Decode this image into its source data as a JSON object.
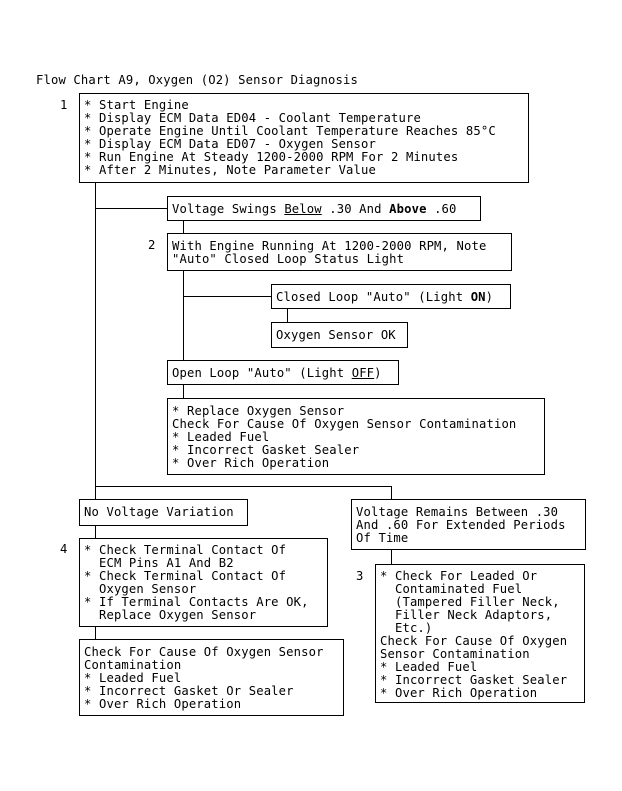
{
  "title": "Flow Chart A9, Oxygen (O2) Sensor Diagnosis",
  "steps": {
    "s1": {
      "number": "1",
      "lines": [
        "* Start Engine",
        "* Display ECM Data ED04 - Coolant Temperature",
        "* Operate Engine Until Coolant Temperature Reaches 85°C",
        "* Display ECM Data ED07 - Oxygen Sensor",
        "* Run Engine At Steady 1200-2000 RPM For 2 Minutes",
        "* After 2 Minutes, Note Parameter Value"
      ]
    },
    "swing": {
      "p1": "Voltage Swings ",
      "u1": "Below",
      "p2": " .30 And ",
      "b1": "Above",
      "p3": " .60"
    },
    "s2": {
      "number": "2",
      "lines": [
        "With Engine Running At 1200-2000 RPM, Note",
        "\"Auto\" Closed Loop Status Light"
      ]
    },
    "closed": {
      "p1": "Closed Loop \"Auto\" (Light ",
      "b1": "ON",
      "p2": ")"
    },
    "sensor_ok": "Oxygen Sensor OK",
    "open": {
      "p1": "Open Loop \"Auto\" (Light ",
      "u1": "OFF",
      "p2": ")"
    },
    "replace": {
      "lines": [
        "* Replace Oxygen Sensor",
        "Check For Cause Of Oxygen Sensor Contamination",
        "* Leaded Fuel",
        "* Incorrect Gasket Sealer",
        "* Over Rich Operation"
      ]
    },
    "novar": "No Voltage Variation",
    "remains": {
      "lines": [
        "Voltage Remains Between .30",
        "And .60 For Extended Periods",
        "Of Time"
      ]
    },
    "s4": {
      "number": "4",
      "lines": [
        "* Check Terminal Contact Of",
        "  ECM Pins A1 And B2",
        "* Check Terminal Contact Of",
        "  Oxygen Sensor",
        "* If Terminal Contacts Are OK,",
        "  Replace Oxygen Sensor"
      ]
    },
    "s4b": {
      "lines": [
        "Check For Cause Of Oxygen Sensor",
        "Contamination",
        "* Leaded Fuel",
        "* Incorrect Gasket Or Sealer",
        "* Over Rich Operation"
      ]
    },
    "s3": {
      "number": "3",
      "lines": [
        "* Check For Leaded Or",
        "  Contaminated Fuel",
        "  (Tampered Filler Neck,",
        "  Filler Neck Adaptors,",
        "  Etc.)",
        "Check For Cause Of Oxygen",
        "Sensor Contamination",
        "* Leaded Fuel",
        "* Incorrect Gasket Sealer",
        "* Over Rich Operation"
      ]
    }
  }
}
